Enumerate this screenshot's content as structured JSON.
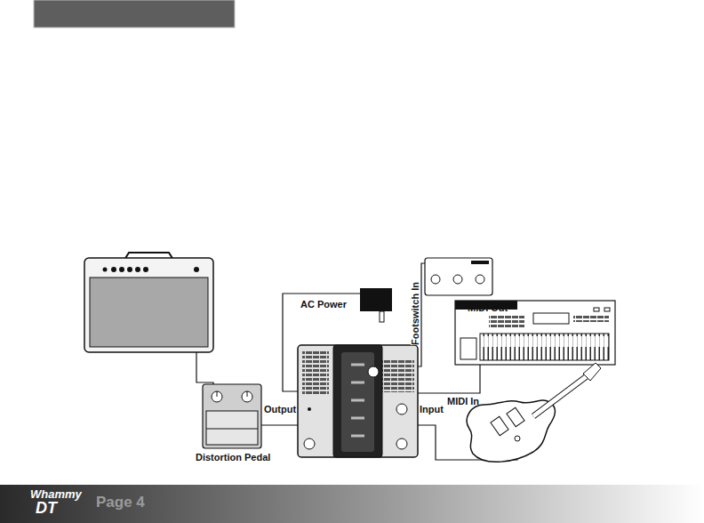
{
  "diagram": {
    "labels": [
      "AC Power",
      "Footswitch In",
      "MIDI Out",
      "MIDI In",
      "Output",
      "Input",
      "Distortion Pedal",
      "Whammy",
      "DT",
      "Page 4"
    ]
  }
}
